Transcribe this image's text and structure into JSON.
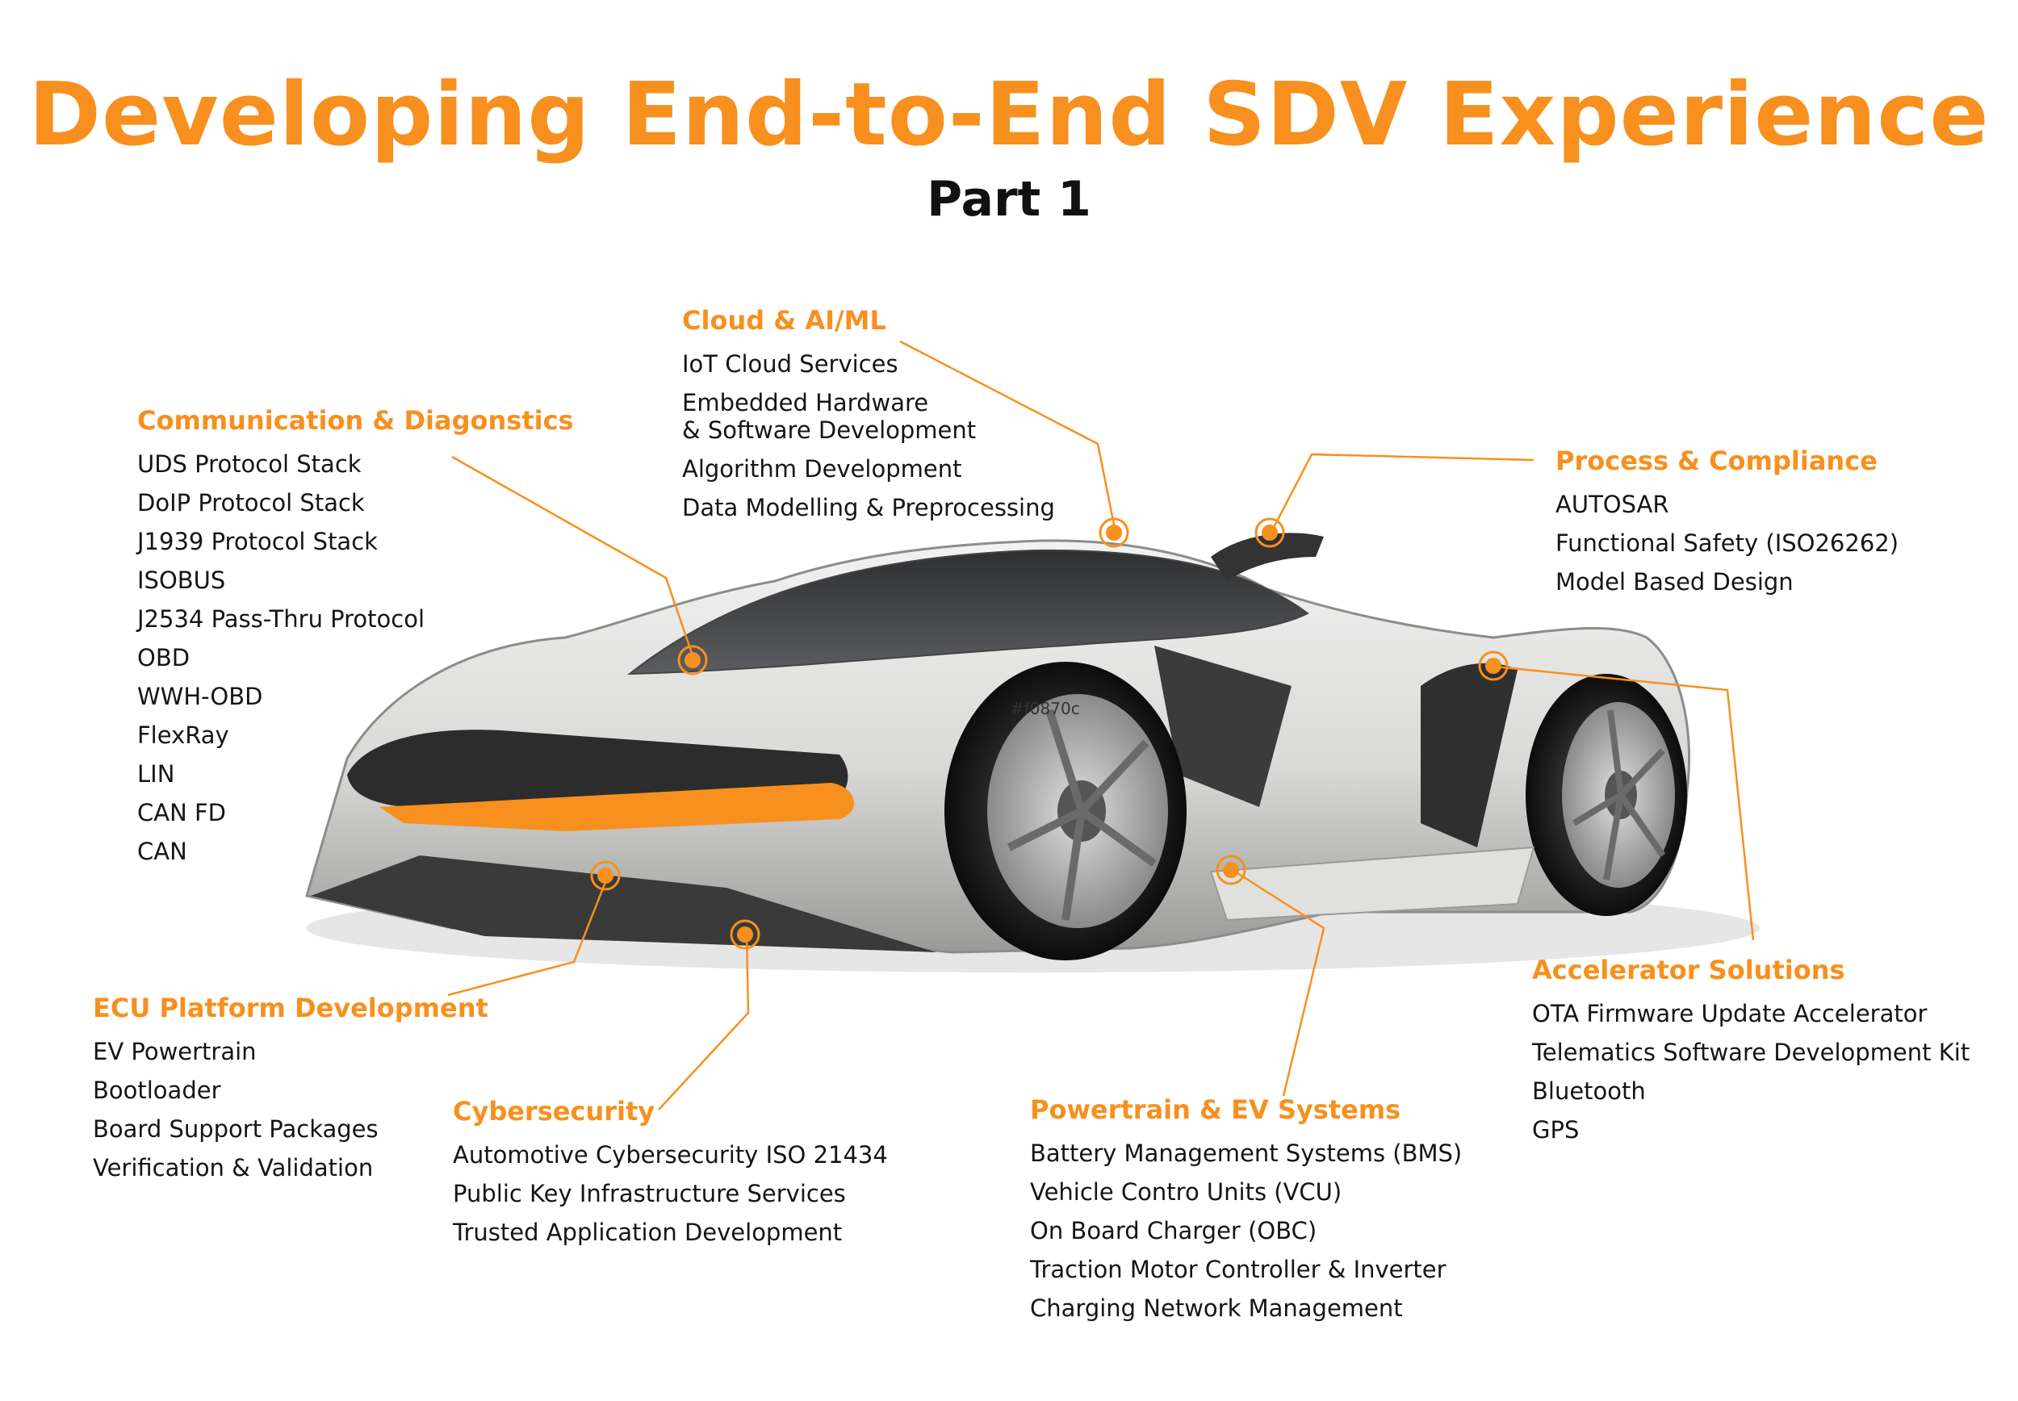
{
  "header": {
    "title": "Developing End-to-End SDV Experience",
    "subtitle": "Part 1"
  },
  "car_stamp": "#f0870c",
  "colors": {
    "accent": "#f7901e",
    "text": "#111111",
    "background": "#ffffff"
  },
  "groups": {
    "comm": {
      "heading": "Communication & Diagonstics",
      "items": [
        "UDS Protocol Stack",
        "DoIP Protocol Stack",
        "J1939 Protocol Stack",
        "ISOBUS",
        "J2534 Pass-Thru Protocol",
        "OBD",
        "WWH-OBD",
        "FlexRay",
        "LIN",
        "CAN FD",
        "CAN"
      ]
    },
    "cloud": {
      "heading": "Cloud & AI/ML",
      "items": [
        "IoT Cloud Services",
        "Embedded Hardware\n& Software Development",
        "Algorithm Development",
        "Data Modelling & Preprocessing"
      ]
    },
    "process": {
      "heading": "Process & Compliance",
      "items": [
        "AUTOSAR",
        "Functional Safety (ISO26262)",
        "Model Based Design"
      ]
    },
    "ecu": {
      "heading": "ECU Platform Development",
      "items": [
        "EV Powertrain",
        "Bootloader",
        "Board Support Packages",
        "Verification & Validation"
      ]
    },
    "cyber": {
      "heading": "Cybersecurity",
      "items": [
        "Automotive Cybersecurity ISO 21434",
        "Public Key Infrastructure Services",
        "Trusted Application Development"
      ]
    },
    "powertrain": {
      "heading": "Powertrain & EV Systems",
      "items": [
        "Battery Management Systems (BMS)",
        "Vehicle Contro Units (VCU)",
        "On Board Charger (OBC)",
        "Traction Motor Controller & Inverter",
        "Charging Network Management"
      ]
    },
    "accel": {
      "heading": "Accelerator Solutions",
      "items": [
        "OTA Firmware Update Accelerator",
        "Telematics Software Development Kit",
        "Bluetooth",
        "GPS"
      ]
    }
  }
}
